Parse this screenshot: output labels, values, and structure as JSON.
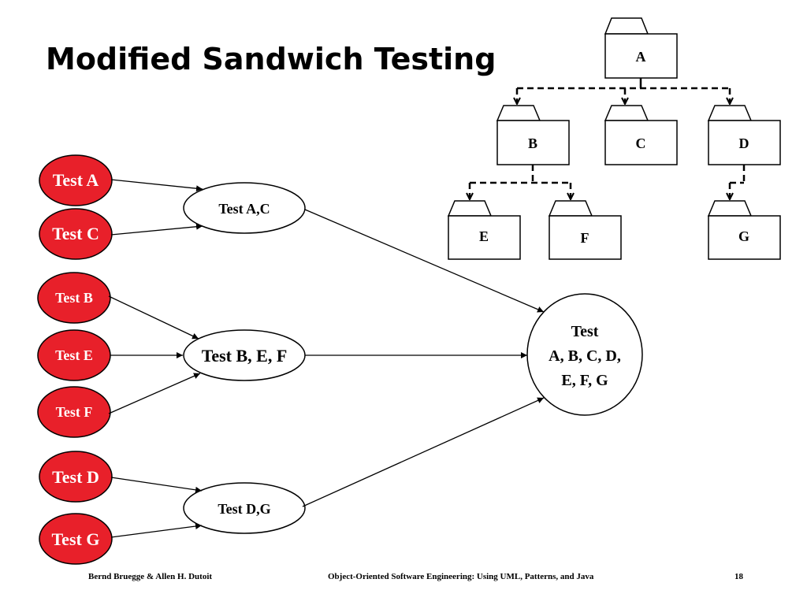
{
  "title": "Modified Sandwich Testing",
  "colors": {
    "test_fill": "#e8202a",
    "test_text": "#ffffff",
    "stroke": "#000000"
  },
  "tree": {
    "a": "A",
    "b": "B",
    "c": "C",
    "d": "D",
    "e": "E",
    "f": "F",
    "g": "G"
  },
  "tests": {
    "a": "Test A",
    "c": "Test C",
    "b": "Test B",
    "e": "Test E",
    "f": "Test F",
    "d": "Test D",
    "g": "Test G"
  },
  "combined": {
    "ac": "Test A,C",
    "bef": "Test B, E, F",
    "dg": "Test D,G",
    "all_line1": "Test",
    "all_line2": "A, B, C, D,",
    "all_line3": "E, F, G"
  },
  "footer": {
    "authors": "Bernd Bruegge & Allen H. Dutoit",
    "book": "Object-Oriented Software Engineering: Using UML, Patterns, and Java",
    "page": "18"
  }
}
